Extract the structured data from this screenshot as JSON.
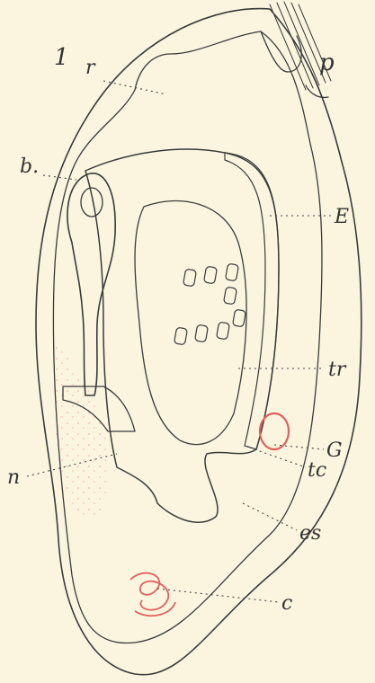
{
  "figure": {
    "number": "1",
    "labels": {
      "r": "r",
      "p": "p",
      "b": "b.",
      "E": "E",
      "tr": "tr",
      "G": "G",
      "tc": "tc",
      "n": "n",
      "es": "es",
      "c": "c"
    }
  },
  "colors": {
    "background": "#fbf5df",
    "yellow_body": "#f3e9a0",
    "red_marks": "#e06060",
    "ink": "#3a3a3a"
  }
}
